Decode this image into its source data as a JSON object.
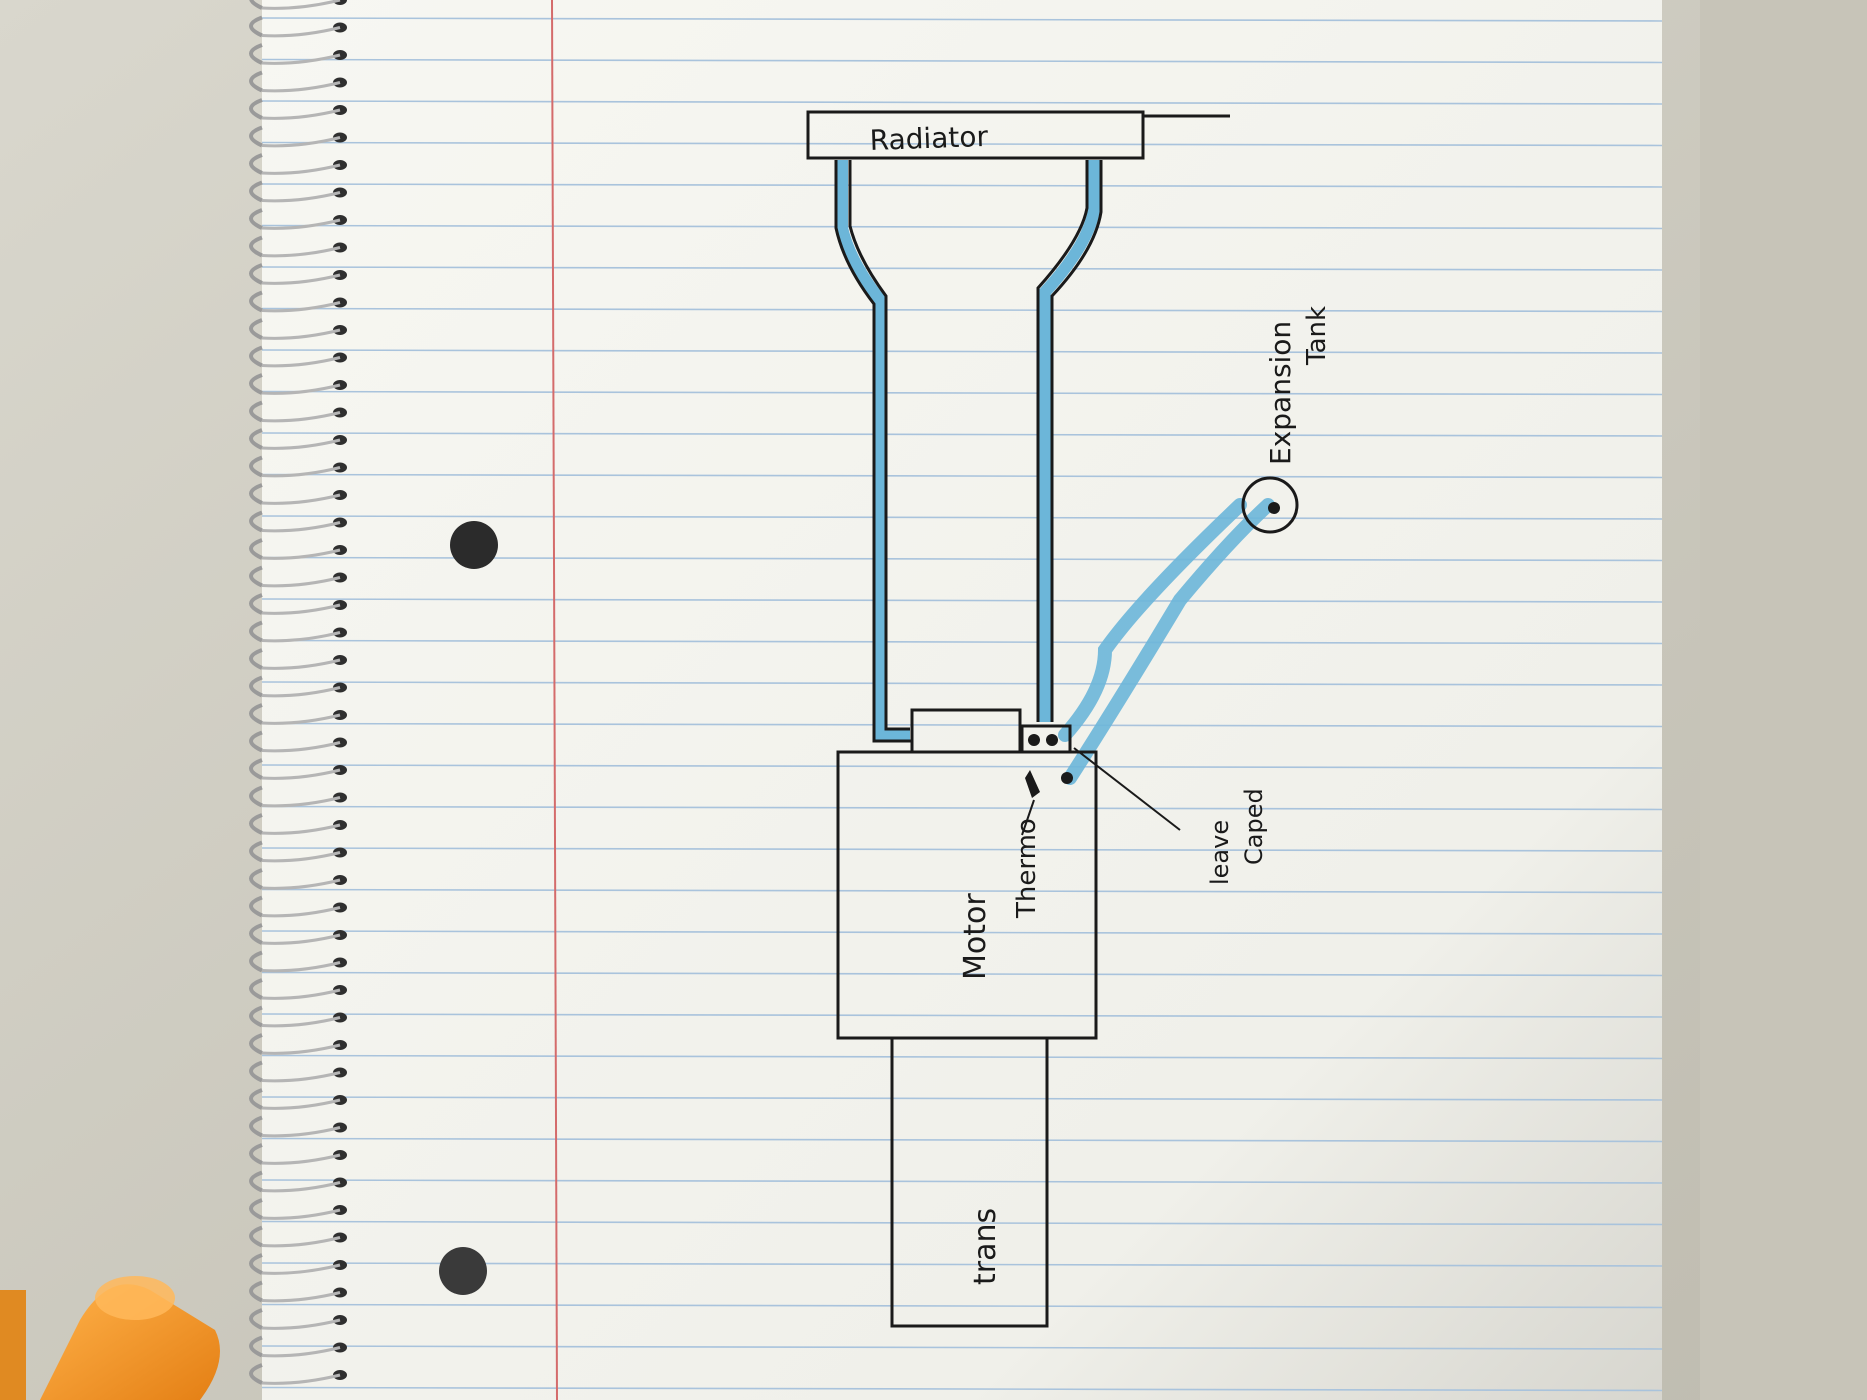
{
  "diagram": {
    "labels": {
      "radiator": "Radiator",
      "expansion_tank": "Expansion",
      "expansion_tank_2": "Tank",
      "motor": "Motor",
      "thermo": "Thermo",
      "leave_caped": "leave",
      "leave_caped_2": "Caped",
      "trans": "trans"
    }
  },
  "colors": {
    "paper": "#f6f6f1",
    "rule_line": "#a9c3dc",
    "margin_line": "#d46b6b",
    "ink": "#1a1a1a",
    "coolant": "#6cb6d9",
    "highlighter_cap": "#f39a2b",
    "desk": "#d8d6cc"
  }
}
